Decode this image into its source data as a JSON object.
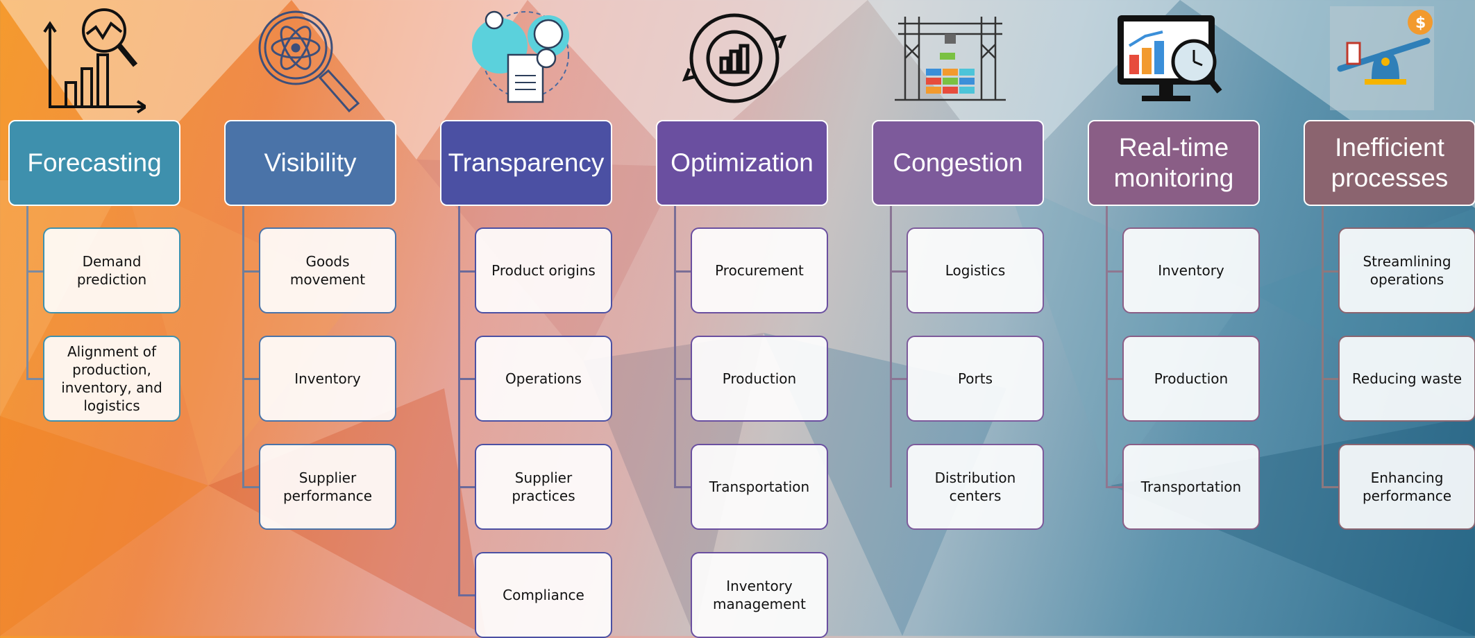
{
  "columns": [
    {
      "title": "Forecasting",
      "color": "#3e90ad",
      "icon": "bar-chart-magnifier-icon",
      "items": [
        "Demand prediction",
        "Alignment of production, inventory, and logistics"
      ]
    },
    {
      "title": "Visibility",
      "color": "#4a73a8",
      "icon": "atom-magnifier-icon",
      "items": [
        "Goods movement",
        "Inventory",
        "Supplier performance"
      ]
    },
    {
      "title": "Transparency",
      "color": "#4b50a3",
      "icon": "person-document-globe-icon",
      "items": [
        "Product origins",
        "Operations",
        "Supplier practices",
        "Compliance"
      ]
    },
    {
      "title": "Optimization",
      "color": "#6a4fa0",
      "icon": "gear-chart-cycle-icon",
      "items": [
        "Procurement",
        "Production",
        "Transportation",
        "Inventory management"
      ]
    },
    {
      "title": "Congestion",
      "color": "#7d5a9b",
      "icon": "port-crane-containers-icon",
      "items": [
        "Logistics",
        "Ports",
        "Distribution centers"
      ]
    },
    {
      "title": "Real-time monitoring",
      "color": "#8a5e86",
      "icon": "monitor-chart-clock-icon",
      "items": [
        "Inventory",
        "Production",
        "Transportation"
      ]
    },
    {
      "title": "Inefficient processes",
      "color": "#8b646f",
      "icon": "seesaw-time-money-icon",
      "items": [
        "Streamlining operations",
        "Reducing waste",
        "Enhancing performance"
      ]
    }
  ]
}
